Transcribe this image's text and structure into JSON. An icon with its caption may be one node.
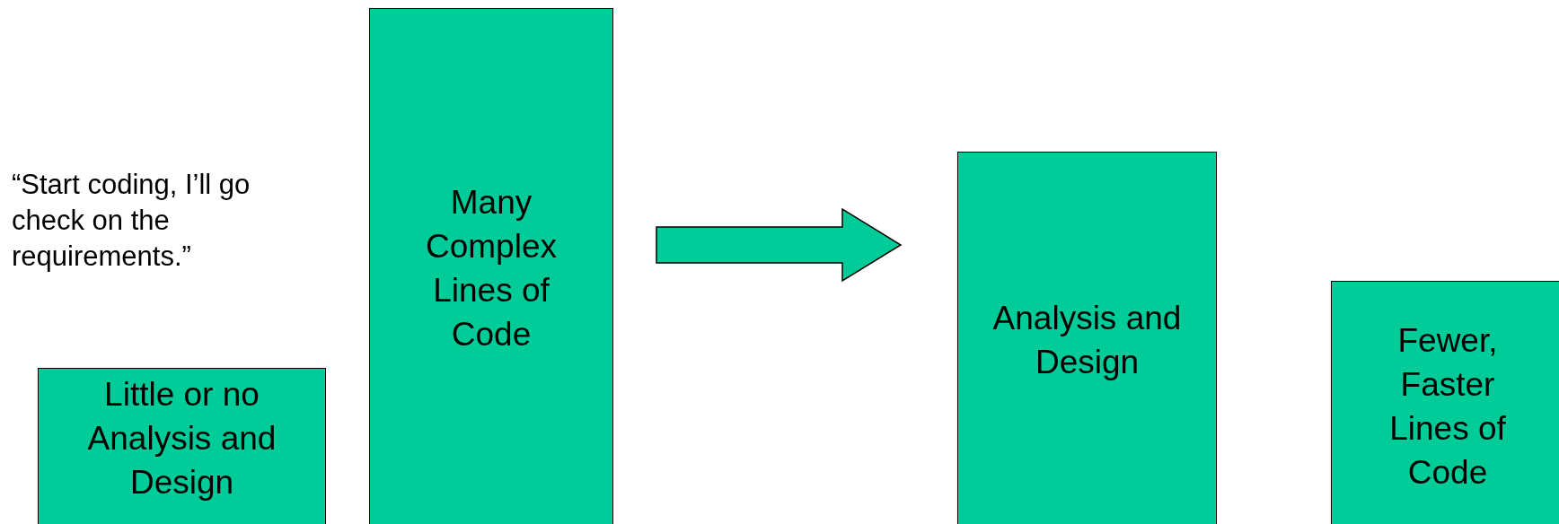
{
  "diagram": {
    "nodes": [
      {
        "text": [
          "Little or no Analysis and Design"
        ]
      },
      {
        "text": [
          "Many Complex Lines of Code"
        ]
      },
      {
        "text": [
          "Analysis and Design"
        ]
      },
      {
        "text": [
          "Fewer, Faster Lines of Code"
        ]
      }
    ],
    "edges": [
      {
        "from": 1,
        "to": 2,
        "arrow": "to"
      }
    ],
    "labels": [
      "“Start coding, I’ll go check on the requirements.”"
    ]
  }
}
